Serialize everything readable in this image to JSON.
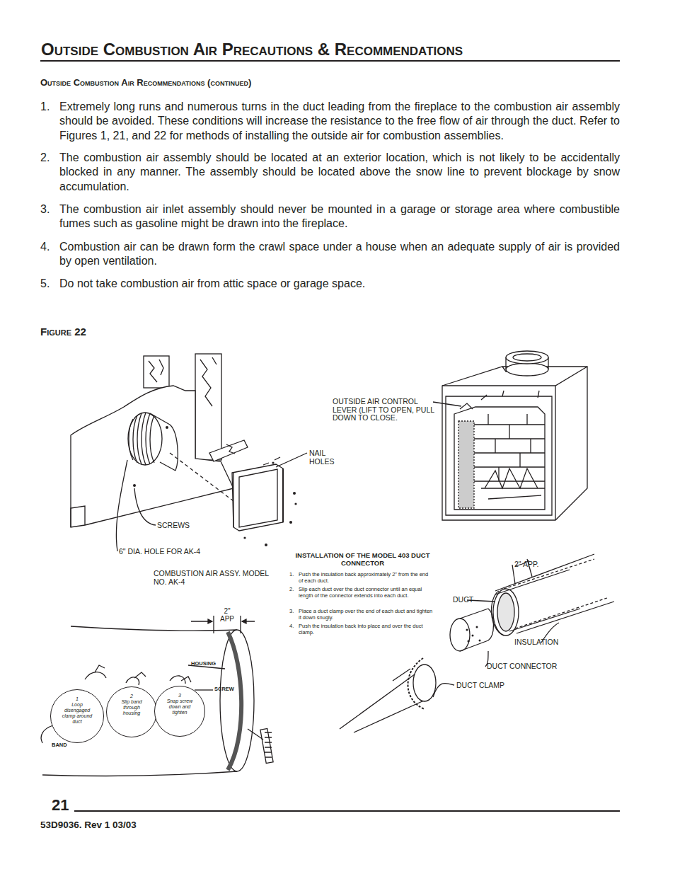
{
  "diagram": {
    "title": "Outside Combustion Air Precautions & Recommendations",
    "nodes": [
      {
        "text": [
          "1",
          "Loop disengaged clamp around duct"
        ]
      },
      {
        "text": [
          "2",
          "Slip band through housing"
        ]
      },
      {
        "text": [
          "3",
          "Snap screw down and tighten"
        ]
      }
    ],
    "labels": [
      "Outside Combustion Air Recommendations (continued)",
      "1.",
      "Extremely long runs and numerous turns in the duct leading from the fireplace to the combustion air assembly should be avoided. These conditions will increase the resistance to the free flow of air through the duct. Refer to Figures 1, 21, and 22 for methods of installing the outside air for combustion assemblies.",
      "2.",
      "The combustion air assembly should be located at an exterior location, which is not likely to be accidentally blocked in any manner. The assembly should be located above the snow line to prevent blockage by snow accumulation.",
      "3.",
      "The combustion air inlet assembly should never be mounted in a garage or storage area where combustible fumes such as gasoline might be drawn into the fireplace.",
      "4.",
      "Combustion air can be drawn form the crawl space under a house when an adequate supply of air is provided by open ventilation.",
      "5.",
      "Do not take combustion air from attic space or garage space.",
      "Figure 22",
      "OUTSIDE AIR CONTROL LEVER (LIFT TO OPEN, PULL DOWN TO CLOSE.",
      "NAIL HOLES",
      "SCREWS",
      "6\" DIA. HOLE FOR AK-4",
      "COMBUSTION AIR ASSY. MODEL NO. AK-4",
      "INSTALLATION OF THE MODEL 403 DUCT CONNECTOR",
      "1.",
      "Push the insulation back approximately 2\" from the end of each duct.",
      "2.",
      "Slip each duct over the duct connector until an equal length of the connector extends into each duct.",
      "3.",
      "Place a duct clamp over the end of each duct and tighten it down snugly.",
      "4.",
      "Push the insulation back into place and over the duct clamp.",
      "2\" APP.",
      "DUCT",
      "INSULATION",
      "DUCT CONNECTOR",
      "DUCT CLAMP",
      "2\" APP",
      "HOUSING",
      "SCREW",
      "BAND",
      "21",
      "53D9036. Rev 1 03/03"
    ]
  }
}
